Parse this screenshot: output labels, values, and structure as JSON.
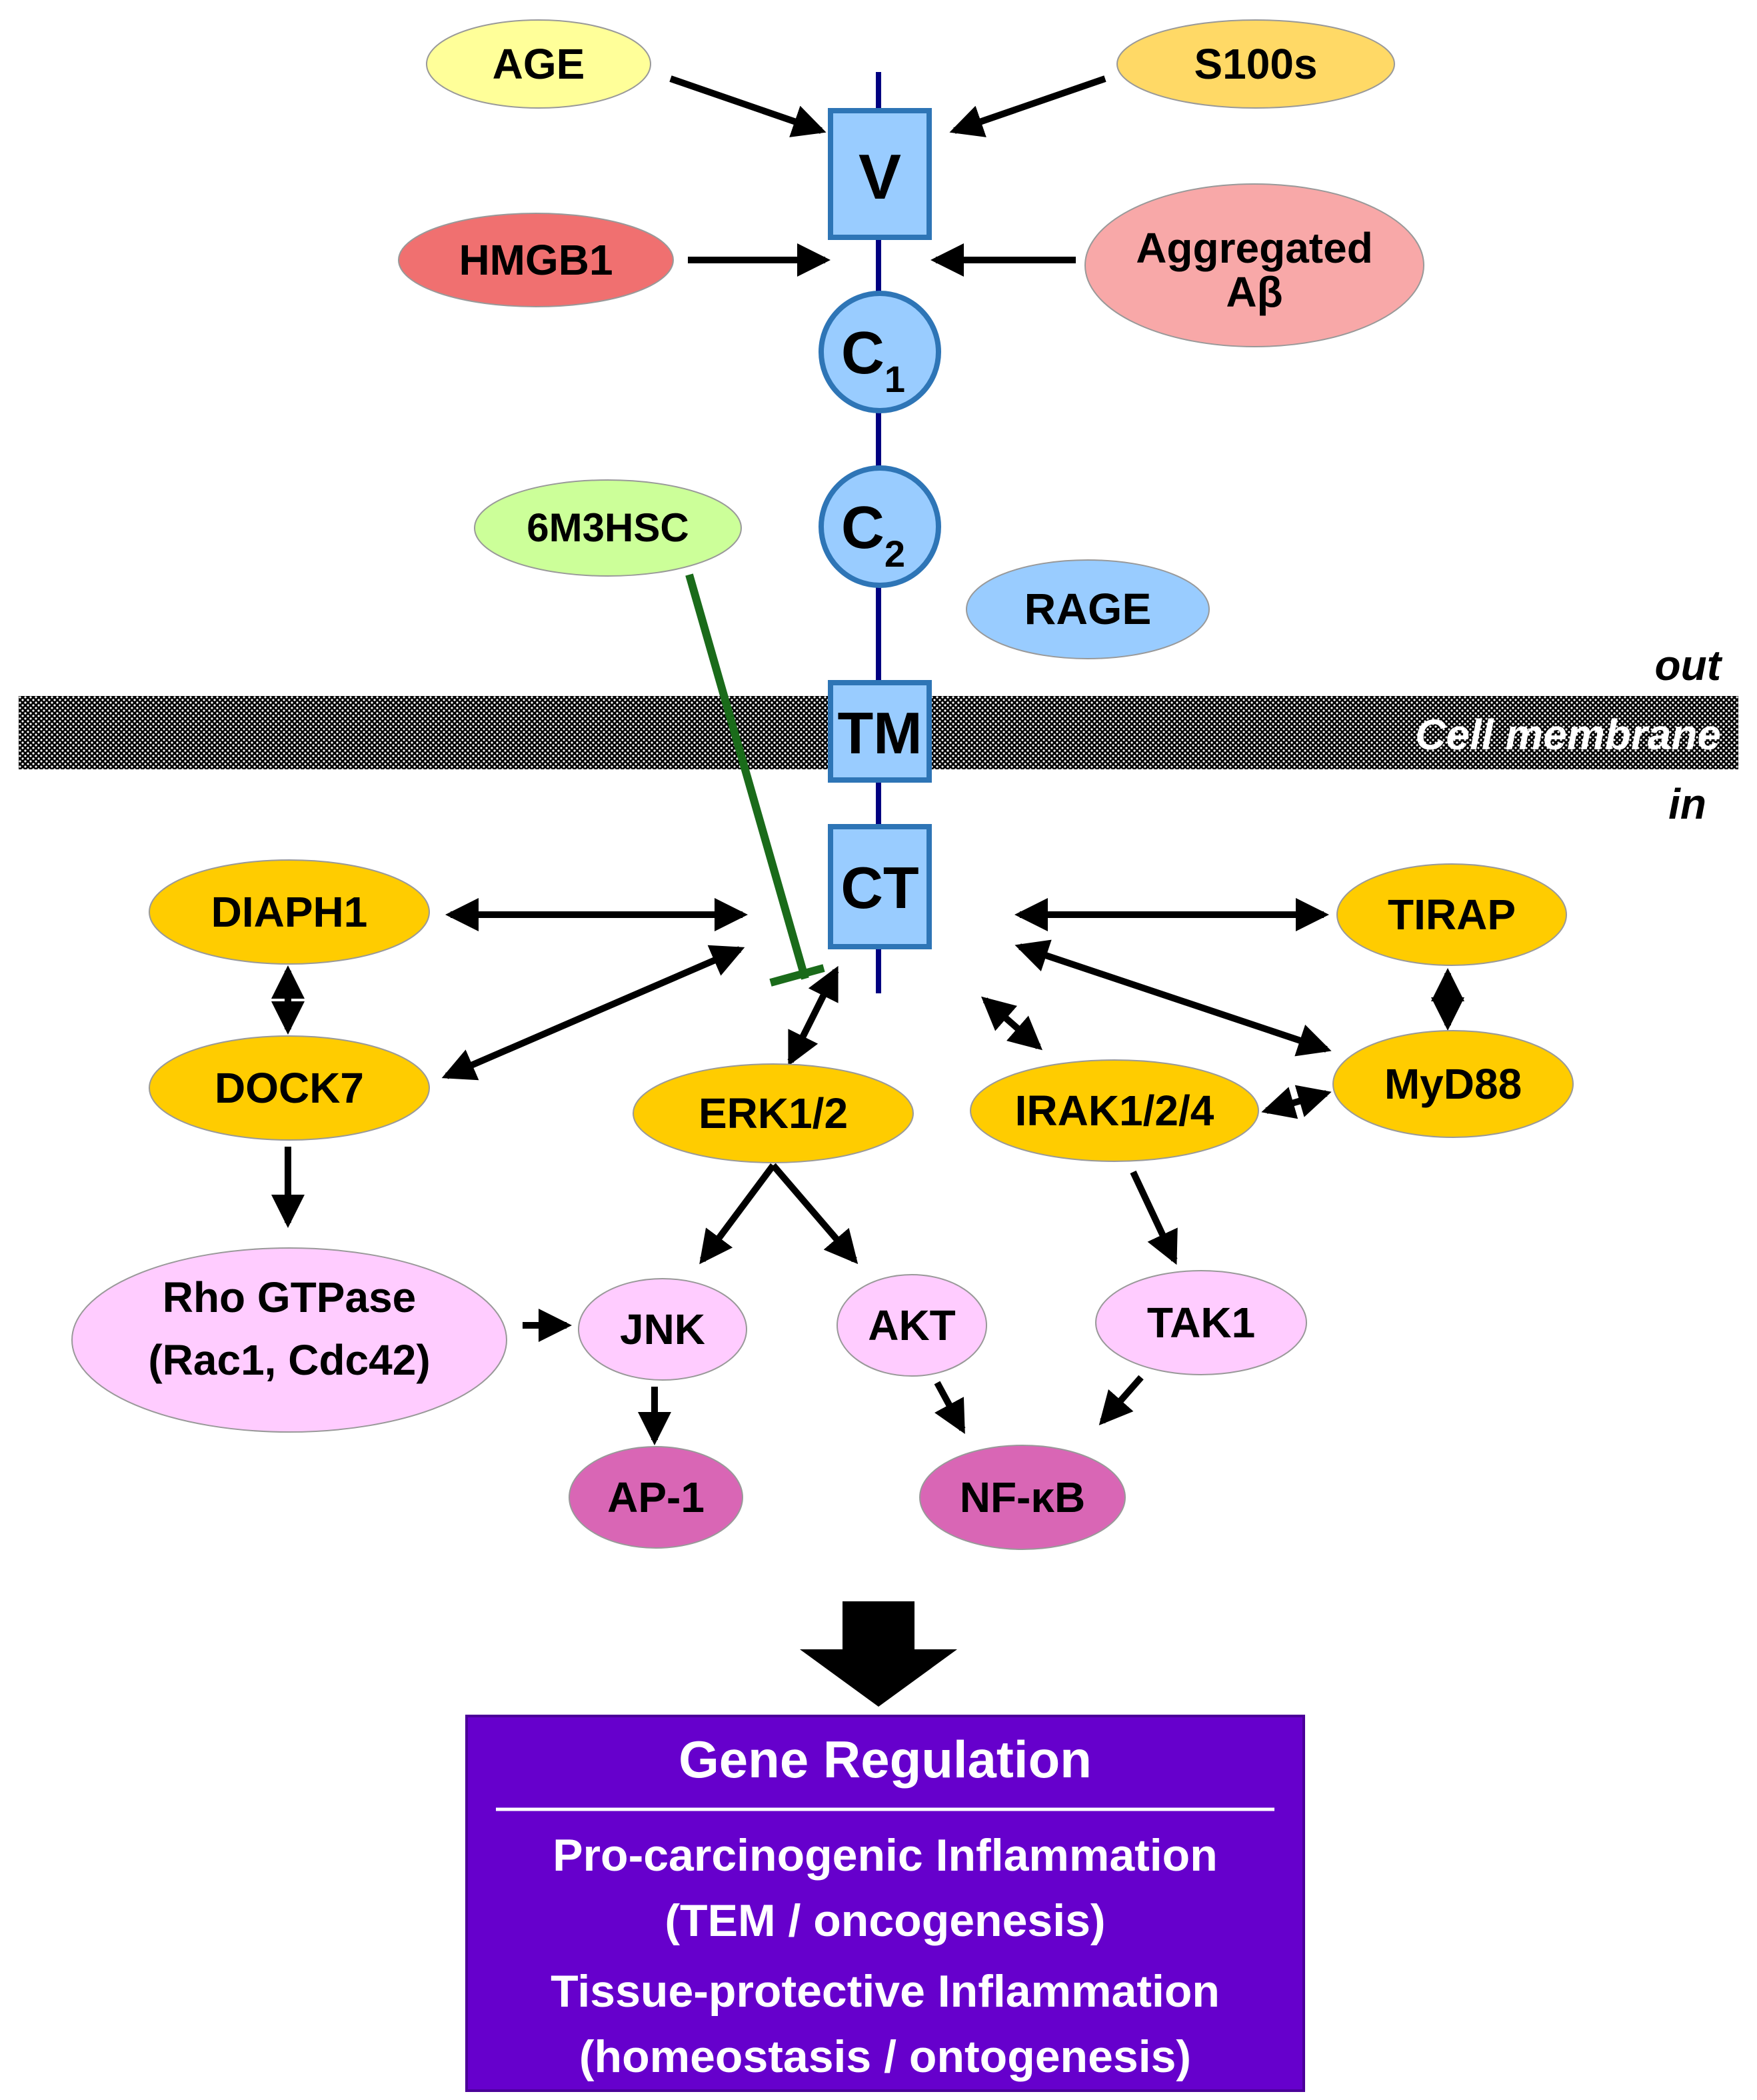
{
  "colors": {
    "yellow_light": "#FFFF99",
    "gold": "#FFCC00",
    "gold_light": "#FFD966",
    "hmgb1_red": "#F07070",
    "abeta_pink": "#F8A8A8",
    "green_light": "#CCFF99",
    "rage_blue": "#99CCFF",
    "domain_blue": "#99CCFF",
    "domain_border": "#2E75B6",
    "axis_navy": "#000080",
    "pink_light": "#FFCCFF",
    "magenta": "#D966B5",
    "purple": "#6600CC",
    "inhibitor_green": "#1A6B1A"
  },
  "ligands": {
    "age": "AGE",
    "s100s": "S100s",
    "hmgb1": "HMGB1",
    "abeta_line1": "Aggregated",
    "abeta_line2": "Aβ"
  },
  "receptor": {
    "name": "RAGE",
    "v": "V",
    "c1": "C",
    "c1_sub": "1",
    "c2": "C",
    "c2_sub": "2",
    "tm": "TM",
    "ct": "CT"
  },
  "inhibitor": "6M3HSC",
  "membrane": {
    "out": "out",
    "label": "Cell membrane",
    "in": "in"
  },
  "nodes": {
    "diaph1": "DIAPH1",
    "dock7": "DOCK7",
    "erk": "ERK1/2",
    "irak": "IRAK1/2/4",
    "tirap": "TIRAP",
    "myd88": "MyD88",
    "rho_line1": "Rho GTPase",
    "rho_line2": "(Rac1, Cdc42)",
    "jnk": "JNK",
    "akt": "AKT",
    "tak1": "TAK1",
    "ap1": "AP-1",
    "nfkb": "NF-κB"
  },
  "gene_box": {
    "title": "Gene Regulation",
    "line1": "Pro-carcinogenic Inflammation",
    "line2": "(TEM / oncogenesis)",
    "line3": "Tissue-protective Inflammation",
    "line4": "(homeostasis / ontogenesis)"
  }
}
